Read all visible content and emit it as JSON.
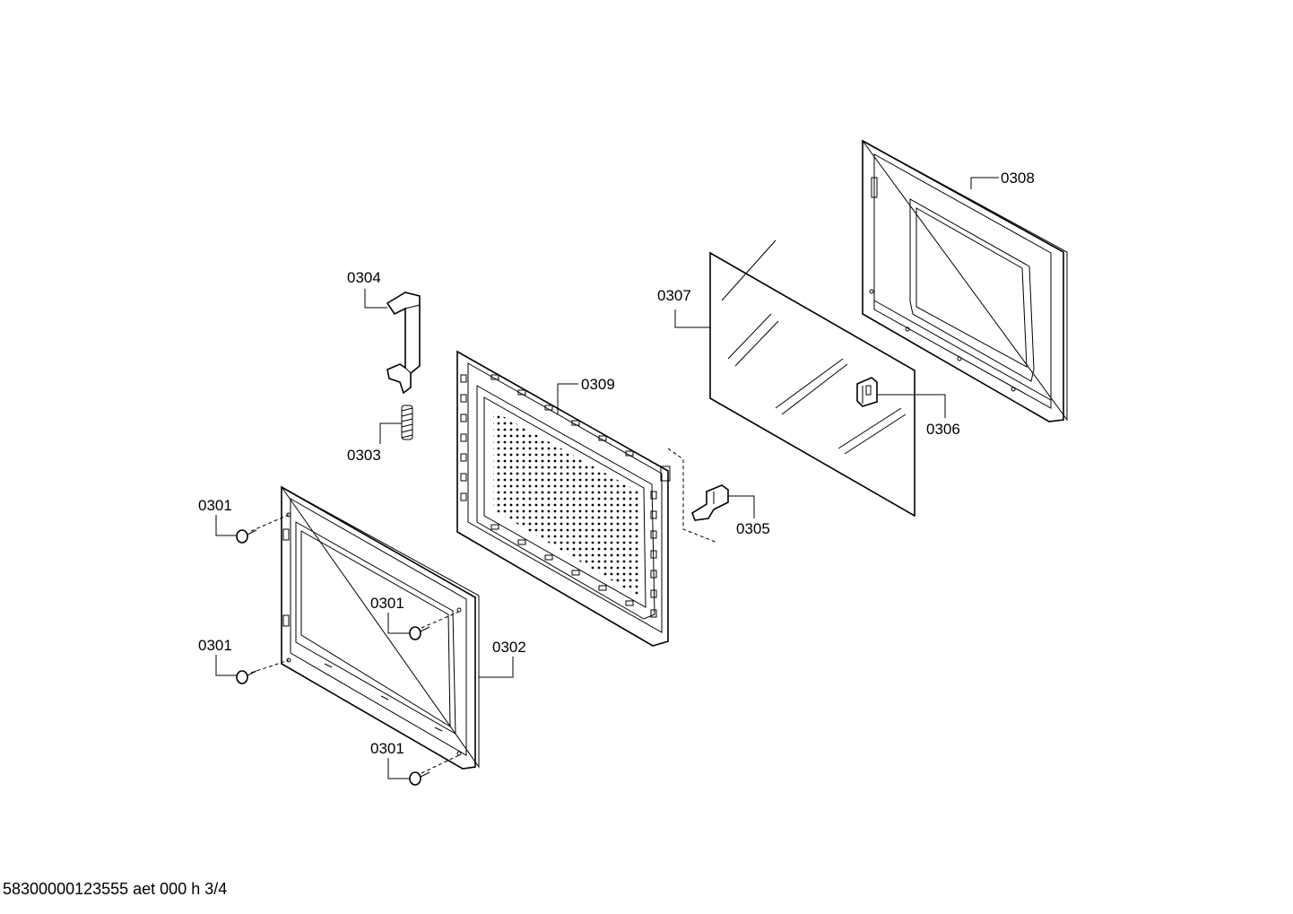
{
  "labels": {
    "p0301": "0301",
    "p0302": "0302",
    "p0303": "0303",
    "p0304": "0304",
    "p0305": "0305",
    "p0306": "0306",
    "p0307": "0307",
    "p0308": "0308",
    "p0309": "0309"
  },
  "footer": {
    "text": "58300000123555 aet 000 h 3/4"
  }
}
